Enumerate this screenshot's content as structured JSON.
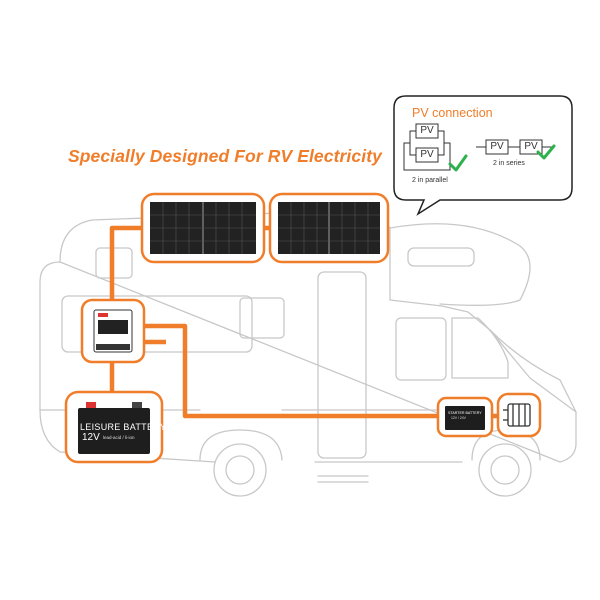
{
  "headline": "Specially Designed For RV Electricity",
  "pv_callout": {
    "title": "PV connection",
    "module_label": "PV",
    "parallel_caption": "2 in parallel",
    "series_caption": "2 in series"
  },
  "leisure_battery": {
    "title": "LEISURE BATTERY",
    "voltage": "12V",
    "subtitle": "lead-acid / li-ion"
  },
  "starter_battery": {
    "title": "STARTER BATTERY",
    "voltage": "12V / 24V"
  },
  "colors": {
    "accent": "#f07d2a",
    "outline": "#c8c8c8",
    "check": "#2bb24c"
  },
  "icons": [
    "check-icon",
    "solar-panel",
    "charge-controller",
    "battery",
    "engine"
  ]
}
